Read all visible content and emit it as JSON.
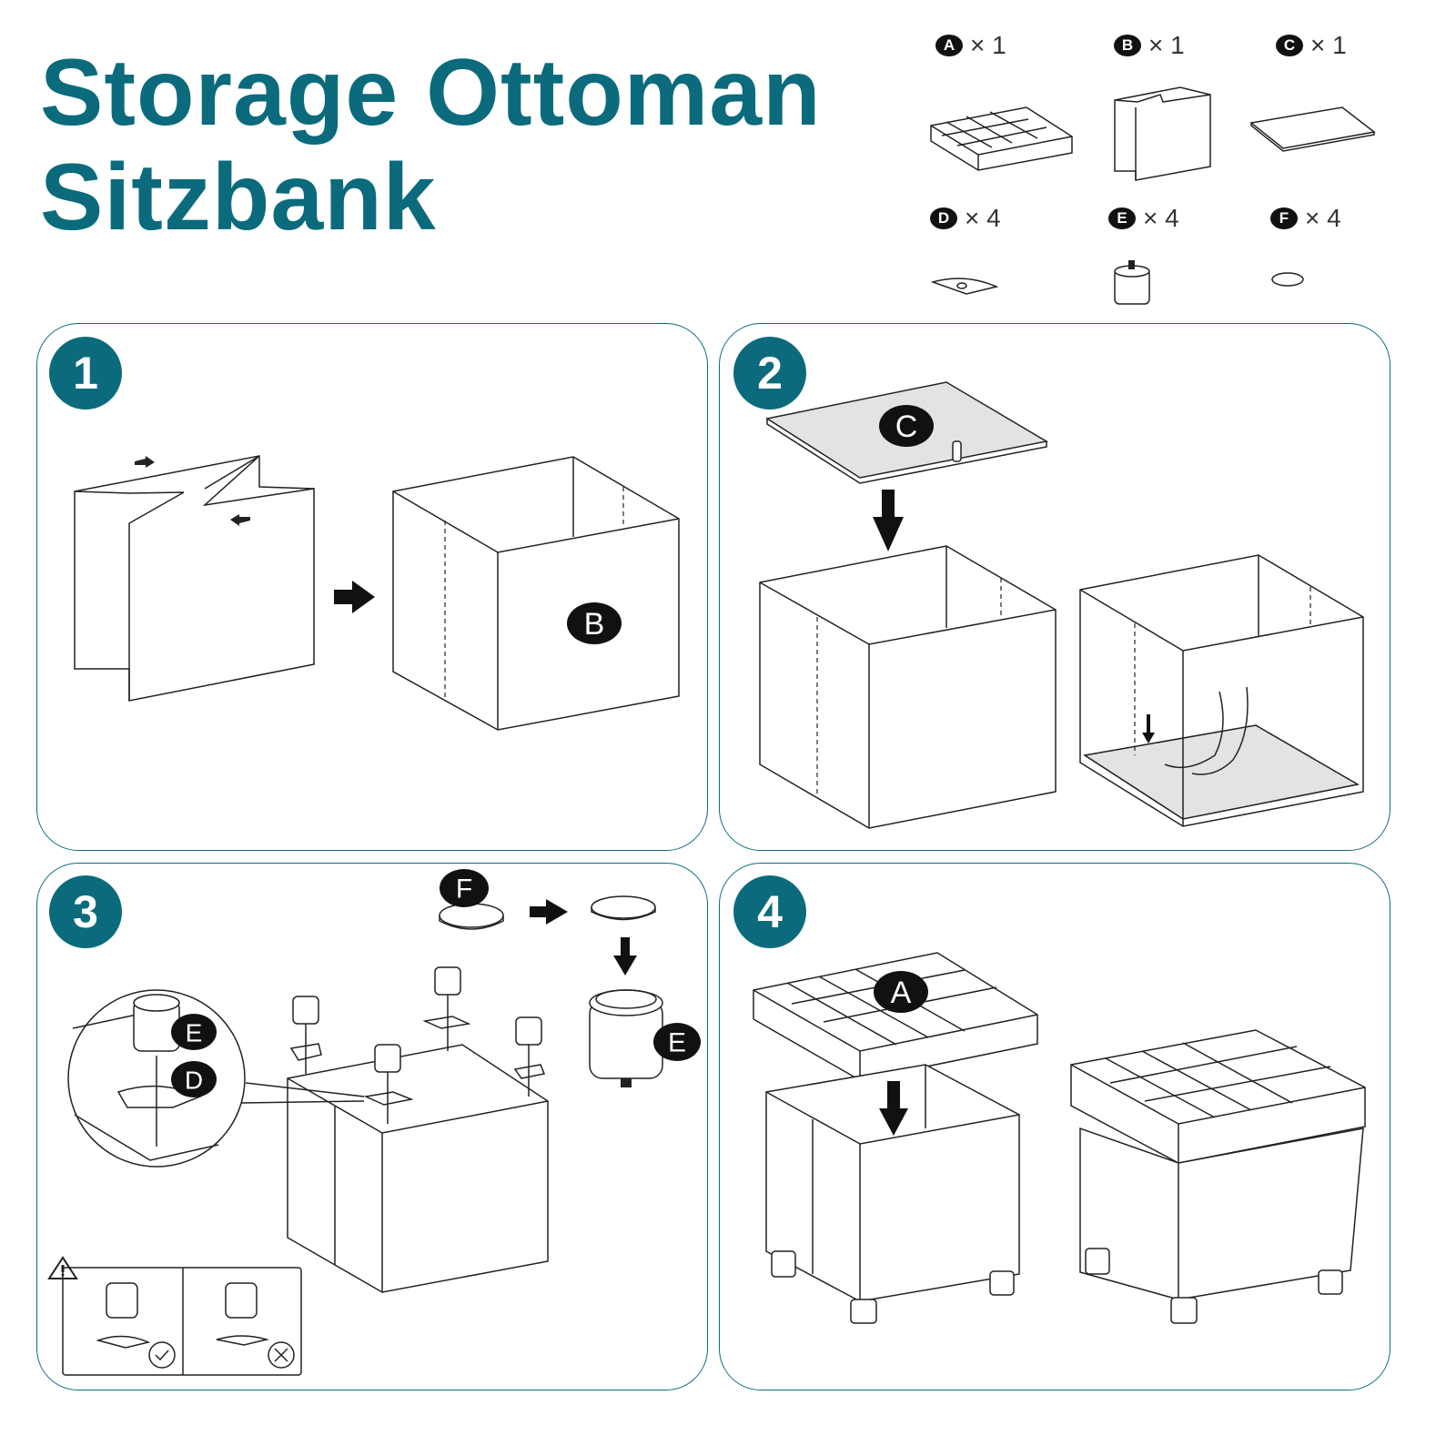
{
  "title": {
    "line1": "Storage Ottoman",
    "line2": "Sitzbank"
  },
  "parts": [
    {
      "label": "A",
      "qty": "× 1"
    },
    {
      "label": "B",
      "qty": "× 1"
    },
    {
      "label": "C",
      "qty": "× 1"
    },
    {
      "label": "D",
      "qty": "× 4"
    },
    {
      "label": "E",
      "qty": "× 4"
    },
    {
      "label": "F",
      "qty": "× 4"
    }
  ],
  "steps": [
    {
      "number": "1",
      "callouts": [
        "B"
      ]
    },
    {
      "number": "2",
      "callouts": [
        "C"
      ]
    },
    {
      "number": "3",
      "callouts": [
        "F",
        "E",
        "E",
        "D"
      ]
    },
    {
      "number": "4",
      "callouts": [
        "A"
      ]
    }
  ],
  "colors": {
    "accent": "#0b6b7d"
  }
}
